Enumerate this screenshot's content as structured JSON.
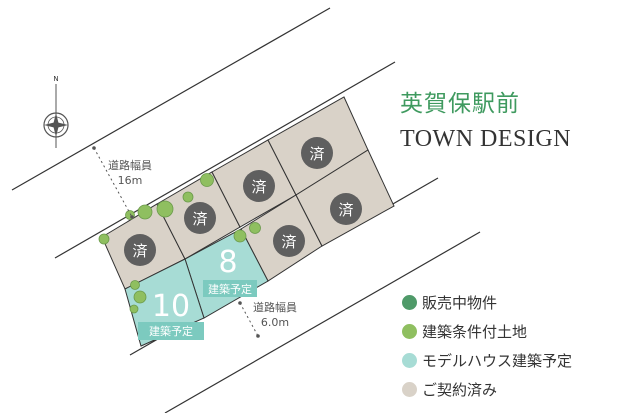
{
  "title": {
    "jp": "英賀保駅前",
    "en": "TOWN DESIGN"
  },
  "compass": {
    "north": "N"
  },
  "roads": [
    {
      "label": "道路幅員",
      "width": "16m"
    },
    {
      "label": "道路幅員",
      "width": "6.0m"
    }
  ],
  "colors": {
    "sold": "#d9d2c8",
    "model_house": "#a7dcd5",
    "for_sale": "#4f9a69",
    "conditional_land": "#8fbf60",
    "badge": "#5f5f5f",
    "title_green": "#3f9a5f"
  },
  "lots": [
    {
      "id": "sold-1",
      "status": "sold",
      "badge": "済"
    },
    {
      "id": "sold-2",
      "status": "sold",
      "badge": "済"
    },
    {
      "id": "sold-3",
      "status": "sold",
      "badge": "済"
    },
    {
      "id": "sold-4",
      "status": "sold",
      "badge": "済"
    },
    {
      "id": "sold-5",
      "status": "sold",
      "badge": "済"
    },
    {
      "id": "sold-6",
      "status": "sold",
      "badge": "済"
    },
    {
      "id": "lot-8",
      "status": "model_house",
      "number": "8",
      "note": "建築予定"
    },
    {
      "id": "lot-10",
      "status": "model_house",
      "number": "10",
      "note": "建築予定"
    }
  ],
  "legend": [
    {
      "label": "販売中物件",
      "color": "#4f9a69"
    },
    {
      "label": "建築条件付土地",
      "color": "#8fbf60"
    },
    {
      "label": "モデルハウス建築予定",
      "color": "#a7dcd5"
    },
    {
      "label": "ご契約済み",
      "color": "#d9d2c8"
    }
  ]
}
